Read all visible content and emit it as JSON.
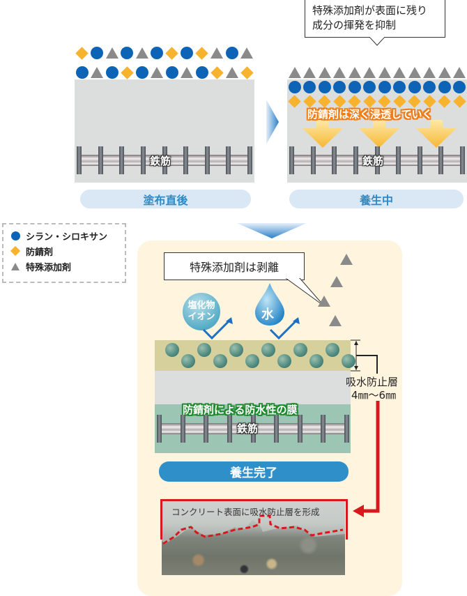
{
  "panel_before": {
    "rebar_label": "鉄筋",
    "stage_label": "塗布直後",
    "row1": [
      "diamond",
      "circle",
      "triangle",
      "circle",
      "triangle",
      "circle",
      "diamond",
      "circle",
      "diamond",
      "triangle",
      "circle",
      "triangle"
    ],
    "row2": [
      "circle",
      "triangle",
      "circle",
      "diamond",
      "circle",
      "triangle",
      "circle",
      "triangle",
      "circle",
      "diamond",
      "triangle",
      "diamond"
    ]
  },
  "panel_curing": {
    "callout_line1": "特殊添加剤が表面に残り",
    "callout_line2": "成分の揮発を抑制",
    "penetration_text": "防錆剤は深く浸透していく",
    "rebar_label": "鉄筋",
    "stage_label": "養生中",
    "triangle_count": 12,
    "circle_count": 12,
    "diamond_count": 12
  },
  "legend": {
    "items": [
      {
        "shape": "circle",
        "label": "シラン・シロキサン",
        "color": "#0d63b5"
      },
      {
        "shape": "diamond",
        "label": "防錆剤",
        "color": "#f7b22e"
      },
      {
        "shape": "triangle",
        "label": "特殊添加剤",
        "color": "#8a8a8a"
      }
    ]
  },
  "panel_complete": {
    "callout": "特殊添加剤は剥離",
    "chloride_label_line1": "塩化物",
    "chloride_label_line2": "イオン",
    "water_label": "水",
    "film_text": "防錆剤による防水性の膜",
    "rebar_label": "鉄筋",
    "layer_label_line1": "吸水防止層",
    "layer_label_line2": "4㎜～6㎜",
    "stage_label": "養生完了",
    "photo_caption": "コンクリート表面に吸水防止層を形成"
  },
  "colors": {
    "silane": "#0d63b5",
    "rust_inhibitor": "#f7b22e",
    "additive": "#8a8a8a",
    "accent_blue": "#2f8fc9",
    "cream": "#fff5df",
    "red_arrow": "#d7191e"
  }
}
